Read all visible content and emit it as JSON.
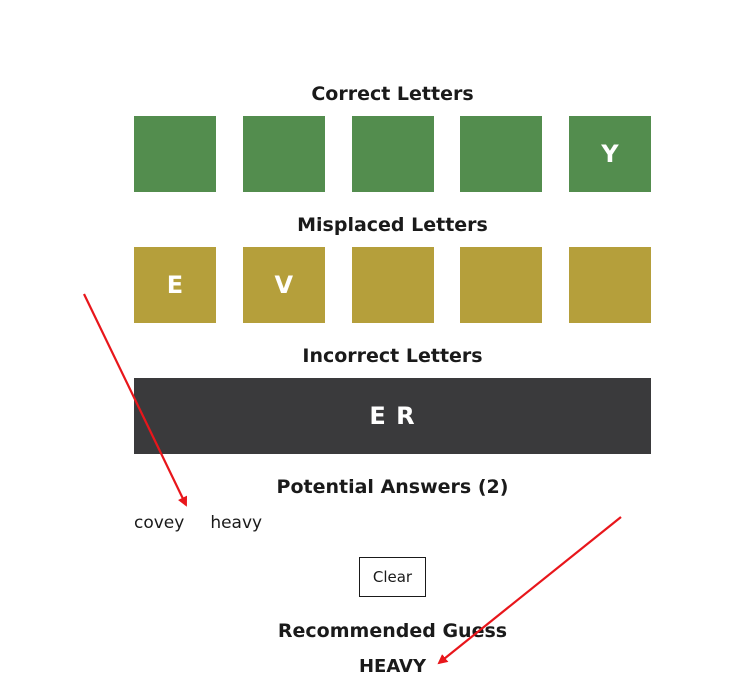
{
  "correct": {
    "heading": "Correct Letters",
    "tiles": [
      "",
      "",
      "",
      "",
      "Y"
    ],
    "color": "#538d4e"
  },
  "misplaced": {
    "heading": "Misplaced Letters",
    "tiles": [
      "E",
      "V",
      "",
      "",
      ""
    ],
    "color": "#b59f3b"
  },
  "incorrect": {
    "heading": "Incorrect Letters",
    "value": "E R",
    "color": "#3a3a3c"
  },
  "potential": {
    "heading": "Potential Answers (2)",
    "words": [
      "covey",
      "heavy"
    ]
  },
  "clear_label": "Clear",
  "recommended": {
    "heading": "Recommended Guess",
    "value": "HEAVY"
  },
  "annotation_color": "#e8161b"
}
